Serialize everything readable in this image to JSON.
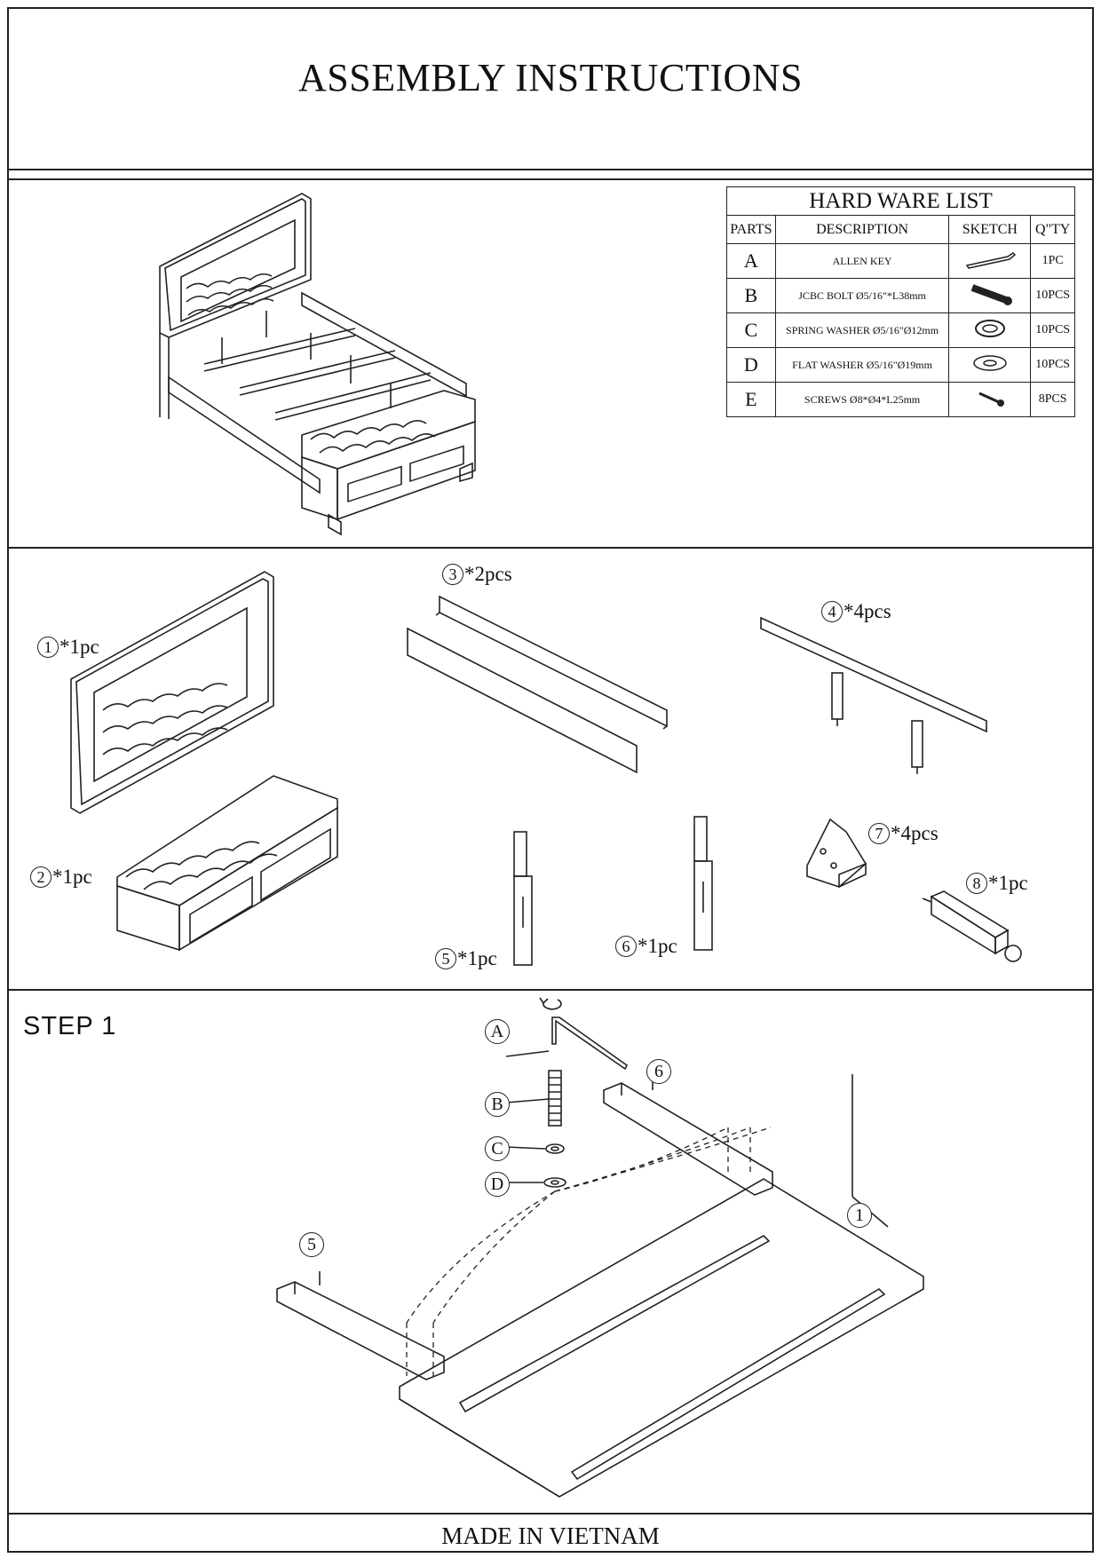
{
  "title": "ASSEMBLY INSTRUCTIONS",
  "hardware_list": {
    "heading": "HARD WARE LIST",
    "columns": [
      "PARTS",
      "DESCRIPTION",
      "SKETCH",
      "Q\"TY"
    ],
    "rows": [
      {
        "part": "A",
        "description": "ALLEN KEY",
        "sketch": "allen-key-icon",
        "qty": "1PC"
      },
      {
        "part": "B",
        "description": "JCBC BOLT Ø5/16\"*L38mm",
        "sketch": "bolt-icon",
        "qty": "10PCS"
      },
      {
        "part": "C",
        "description": "SPRING WASHER Ø5/16\"Ø12mm",
        "sketch": "spring-washer-icon",
        "qty": "10PCS"
      },
      {
        "part": "D",
        "description": "FLAT WASHER Ø5/16\"Ø19mm",
        "sketch": "flat-washer-icon",
        "qty": "10PCS"
      },
      {
        "part": "E",
        "description": "SCREWS Ø8*Ø4*L25mm",
        "sketch": "screw-icon",
        "qty": "8PCS"
      }
    ]
  },
  "components": [
    {
      "num": "1",
      "qty": "*1pc"
    },
    {
      "num": "2",
      "qty": "*1pc"
    },
    {
      "num": "3",
      "qty": "*2pcs"
    },
    {
      "num": "4",
      "qty": "*4pcs"
    },
    {
      "num": "5",
      "qty": "*1pc"
    },
    {
      "num": "6",
      "qty": "*1pc"
    },
    {
      "num": "7",
      "qty": "*4pcs"
    },
    {
      "num": "8",
      "qty": "*1pc"
    }
  ],
  "step": {
    "label": "STEP  1",
    "callouts": {
      "a": "A",
      "b": "B",
      "c": "C",
      "d": "D",
      "p1": "1",
      "p5": "5",
      "p6": "6"
    }
  },
  "footer": "MADE IN VIETNAM"
}
